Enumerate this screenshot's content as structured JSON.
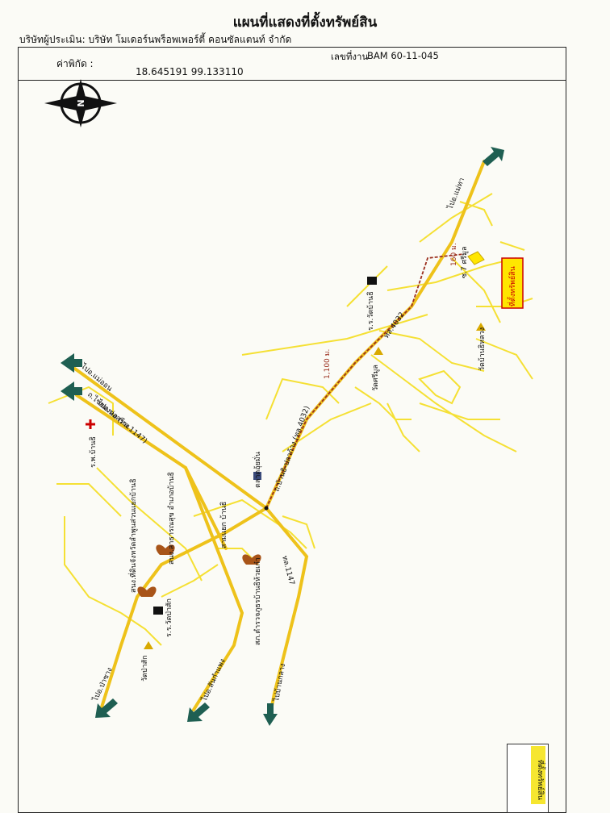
{
  "header": {
    "title": "แผนที่แสดงที่ตั้งทรัพย์สิน",
    "company": "บริษัทผู้ประเมิน: บริษัท โมเดอร์นพร็อพเพอร์ตี้ คอนซัลแตนท์ จำกัด",
    "coord_label": "ค่าพิกัด :",
    "coord_value": "18.645191 99.133110",
    "job_label": "เลขที่งาน",
    "job_value": "BAM 60-11-045"
  },
  "compass": {
    "letter": "N",
    "icon": "north-arrow-icon"
  },
  "colors": {
    "road": "#f5e034",
    "road_major": "#eec21a",
    "arrow": "#1f5f52",
    "route": "#9b2f1e",
    "marker": "#ffe600"
  },
  "map_labels": {
    "to_mae_on": "ไปอ.แม่ออน",
    "to_bo_sang": "ไปอ.บ่อสร้าง",
    "to_mae_tha": "ไปอ.แม่ทา",
    "to_pa_sak": "ไปอ.ป่าซาง",
    "to_san_kamphaeng": "ไปอ.สันกำแพง",
    "to_ban_klang": "ไปบ้านกลาง",
    "road_1147": "ถ.ไชยมงคล (ทล.1147)",
    "road_4032": "ถ.บ้านธิ-ปลาก้าง (ทล.4032)",
    "road_1147_short": "ทล.1147",
    "road_4032_short": "ทล.4032",
    "sam_yaek": "สามแยก บ้านธิ",
    "market": "ตลาดอุ้ยมั่น",
    "hospital": "ร.พ.บ้านธิ",
    "district_office": "สนง.สาธารณสุข อำเภอบ้านธิ",
    "pao_office": "สนง.ที่ดินจังหวัดลำพูนส่วนแยกบ้านธิ",
    "police": "สภ.ตำรวจภูธรบ้านธิห้วยเก๋า",
    "school_left": "ร.ร.วัดป่าสัก",
    "temple_left": "วัดป่าสัก",
    "school_right": "ร.ร.วัดบ้านธิ",
    "temple_right": "วัดบ้านธิหลวง",
    "temple_mid": "วัดศรีมูล",
    "soi": "ซ.7 ศรีมูล",
    "dist_1100": "1,100 ม.",
    "dist_160": "160 ม.",
    "site": "ที่ตั้งทรัพย์สิน",
    "legend": "ที่ตั้งทรัพย์สิน"
  }
}
